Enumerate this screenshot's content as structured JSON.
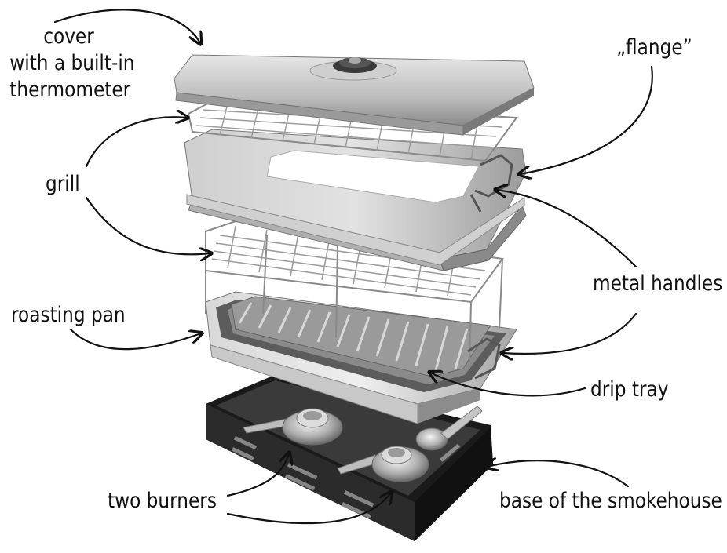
{
  "labels": {
    "cover": [
      "cover",
      "with a built-in",
      "thermometer"
    ],
    "flange": "„flange”",
    "grill": "grill",
    "metal_handles": "metal handles",
    "roasting_pan": "roasting pan",
    "drip_tray": "drip tray",
    "two_burners": "two burners",
    "base": "base of the smokehouse"
  },
  "colors": {
    "steel_light": "#d9d9d9",
    "steel_mid": "#a8a8a8",
    "steel_dark": "#6e6e6e",
    "base_black": "#1a1a1a",
    "ink": "#111111"
  }
}
